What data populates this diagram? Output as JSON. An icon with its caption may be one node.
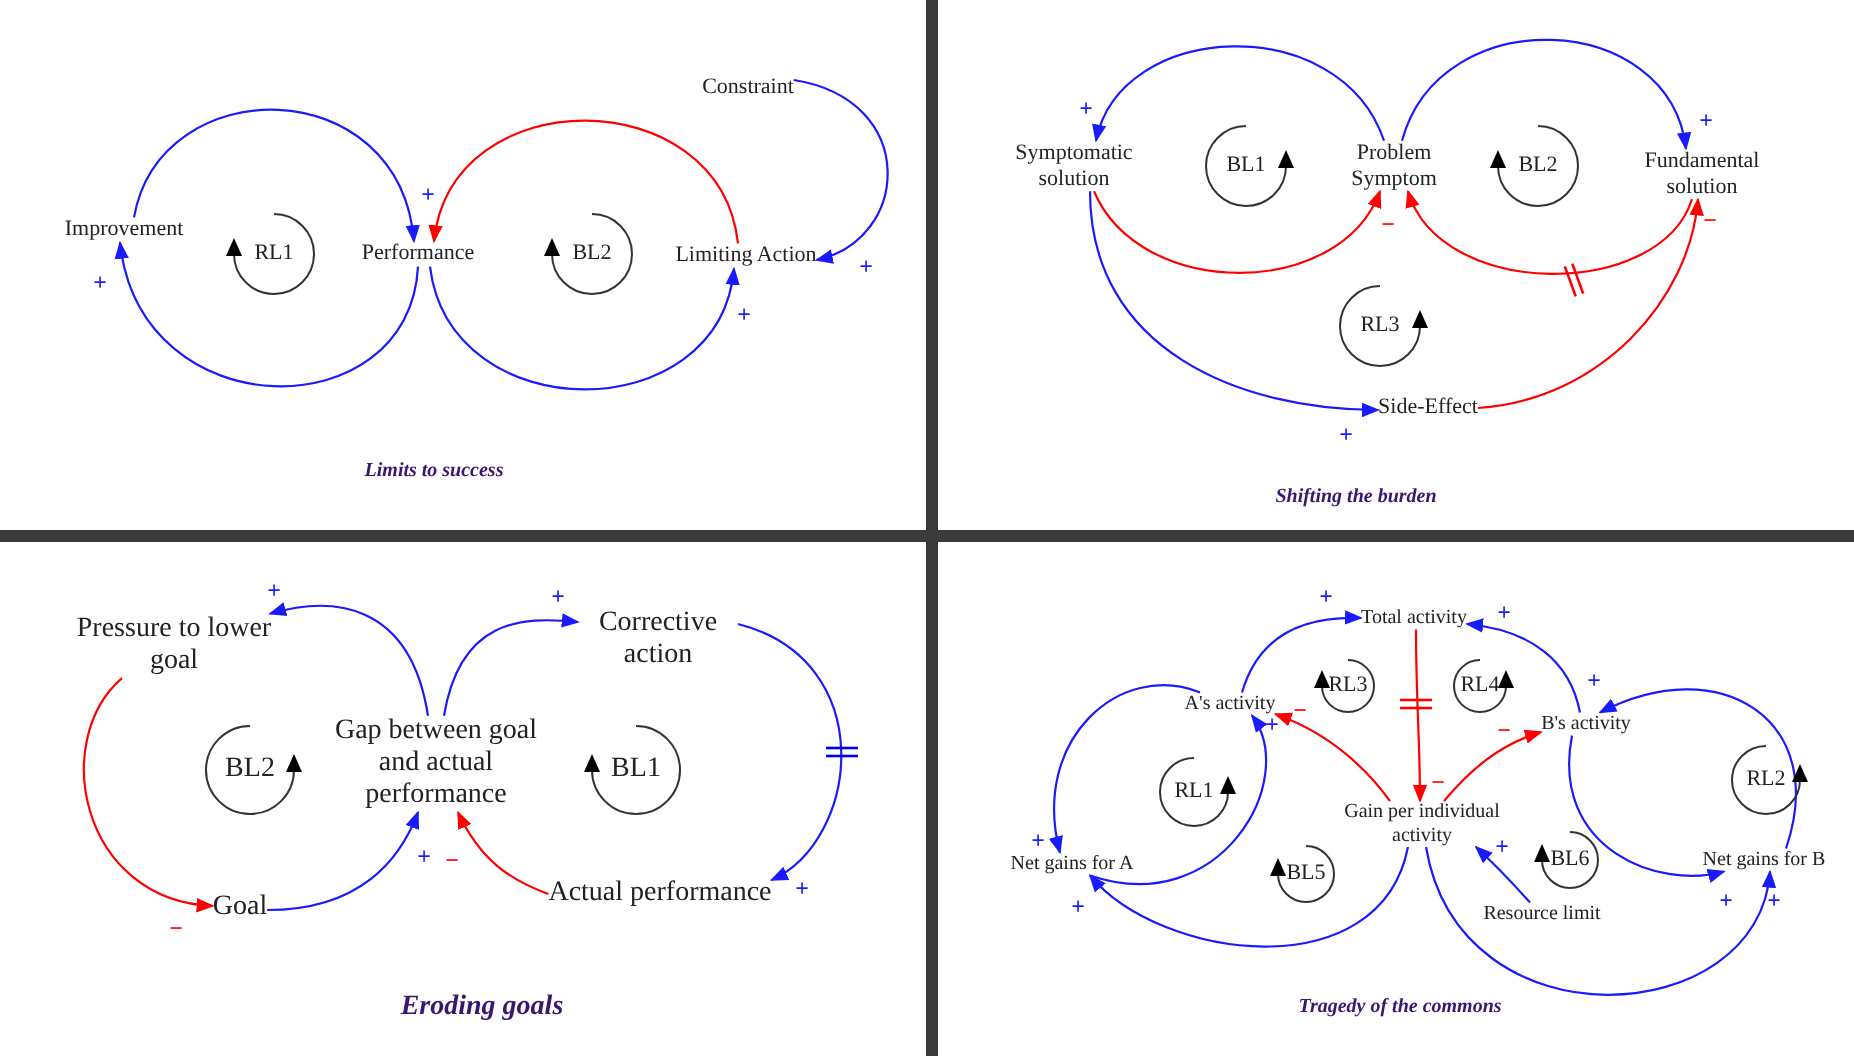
{
  "diagram": {
    "nodes": [
      {
        "text": [
          "Improvement"
        ]
      },
      {
        "text": [
          "Performance"
        ]
      },
      {
        "text": [
          "Limiting Action"
        ]
      },
      {
        "text": [
          "Constraint"
        ]
      },
      {
        "text": [
          "Symptomatic solution"
        ]
      },
      {
        "text": [
          "Problem Symptom"
        ]
      },
      {
        "text": [
          "Fundamental solution"
        ]
      },
      {
        "text": [
          "Side-Effect"
        ]
      },
      {
        "text": [
          "Pressure to lower goal"
        ]
      },
      {
        "text": [
          "Gap between goal and actual performance"
        ]
      },
      {
        "text": [
          "Corrective action"
        ]
      },
      {
        "text": [
          "Goal"
        ]
      },
      {
        "text": [
          "Actual performance"
        ]
      },
      {
        "text": [
          "Total activity"
        ]
      },
      {
        "text": [
          "A's activity"
        ]
      },
      {
        "text": [
          "B's activity"
        ]
      },
      {
        "text": [
          "Gain per individual activity"
        ]
      },
      {
        "text": [
          "Net gains for A"
        ]
      },
      {
        "text": [
          "Net gains for B"
        ]
      },
      {
        "text": [
          "Resource limit"
        ]
      }
    ],
    "edges": [
      {
        "from": 0,
        "to": 1,
        "arrow": "to"
      },
      {
        "from": 1,
        "to": 0,
        "arrow": "to"
      },
      {
        "from": 2,
        "to": 1,
        "arrow": "to",
        "color": "#ff0000"
      },
      {
        "from": 1,
        "to": 2,
        "arrow": "to"
      },
      {
        "from": 3,
        "to": 2,
        "arrow": "to"
      },
      {
        "from": 5,
        "to": 4,
        "arrow": "to"
      },
      {
        "from": 4,
        "to": 5,
        "arrow": "to",
        "color": "#ff0000"
      },
      {
        "from": 5,
        "to": 6,
        "arrow": "to"
      },
      {
        "from": 6,
        "to": 5,
        "arrow": "to",
        "color": "#ff0000"
      },
      {
        "from": 4,
        "to": 7,
        "arrow": "to"
      },
      {
        "from": 7,
        "to": 6,
        "arrow": "to",
        "color": "#ff0000"
      },
      {
        "from": 9,
        "to": 8,
        "arrow": "to"
      },
      {
        "from": 9,
        "to": 10,
        "arrow": "to"
      },
      {
        "from": 10,
        "to": 12,
        "arrow": "to"
      },
      {
        "from": 12,
        "to": 9,
        "arrow": "to",
        "color": "#ff0000"
      },
      {
        "from": 11,
        "to": 9,
        "arrow": "to"
      },
      {
        "from": 8,
        "to": 11,
        "arrow": "to",
        "color": "#ff0000"
      },
      {
        "from": 14,
        "to": 13,
        "arrow": "to"
      },
      {
        "from": 15,
        "to": 13,
        "arrow": "to"
      },
      {
        "from": 13,
        "to": 16,
        "arrow": "to",
        "color": "#ff0000"
      },
      {
        "from": 16,
        "to": 14,
        "arrow": "to",
        "color": "#ff0000"
      },
      {
        "from": 16,
        "to": 15,
        "arrow": "to",
        "color": "#ff0000"
      },
      {
        "from": 14,
        "to": 17,
        "arrow": "to"
      },
      {
        "from": 17,
        "to": 14,
        "arrow": "to"
      },
      {
        "from": 16,
        "to": 17,
        "arrow": "to"
      },
      {
        "from": 15,
        "to": 18,
        "arrow": "to"
      },
      {
        "from": 18,
        "to": 15,
        "arrow": "to"
      },
      {
        "from": 16,
        "to": 18,
        "arrow": "to"
      },
      {
        "from": 19,
        "to": 16,
        "arrow": "to"
      }
    ],
    "labels": [
      "+",
      "RL1",
      "BL2",
      "+",
      "+",
      "+",
      "Limits to success",
      "+",
      "+",
      "BL1",
      "BL2",
      "−",
      "−",
      "RL3",
      "+",
      "Shifting the burden",
      "+",
      "+",
      "BL2",
      "BL1",
      "+",
      "−",
      "+",
      "−",
      "Eroding goals",
      "+",
      "+",
      "RL3",
      "RL4",
      "+",
      "−",
      "+",
      "−",
      "−",
      "RL1",
      "RL2",
      "+",
      "BL5",
      "BL6",
      "+",
      "+",
      "+",
      "+",
      "Tragedy of the commons"
    ]
  }
}
